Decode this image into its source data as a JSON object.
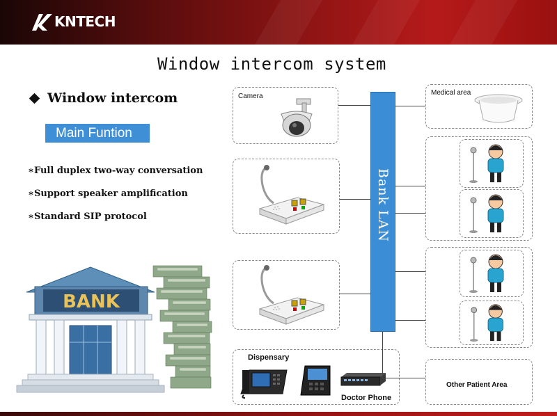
{
  "header": {
    "logo_text": "KNTECH"
  },
  "title": "Window intercom system",
  "heading": "Window intercom",
  "main_function_label": "Main Funtion",
  "features": [
    "∗Full duplex two-way conversation",
    "∗Support speaker amplification",
    "∗Standard SIP protocol"
  ],
  "bank_sign": "BANK",
  "diagram": {
    "camera_label": "Camera",
    "medical_label": "Medical area",
    "lan_label": "Bank LAN",
    "dispensary_label": "Dispensary",
    "doctor_phone_label": "Doctor Phone",
    "other_patient_label": "Other Patient Area"
  },
  "icons": [
    "kntech-logo-icon",
    "diamond-bullet-icon",
    "ptz-camera-icon",
    "ceiling-speaker-icon",
    "window-intercom-icon",
    "customer-with-mic-icon",
    "ip-phone-icon",
    "network-switch-icon",
    "bank-building-icon"
  ],
  "colors": {
    "header_red": "#9a1414",
    "accent_blue": "#3f8fd6",
    "lan_blue": "#3b8ed5"
  }
}
